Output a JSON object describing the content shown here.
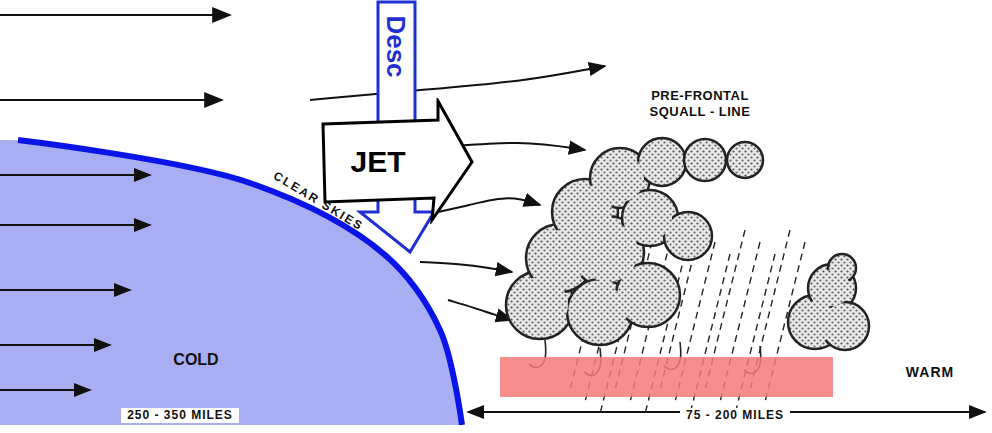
{
  "diagram": {
    "nodes": [
      {
        "text": [
          "COLD"
        ]
      },
      {
        "text": [
          "Desc"
        ]
      },
      {
        "text": [
          "JET"
        ]
      }
    ],
    "labels": [
      "PRE-FRONTAL SQUALL - LINE",
      "CLEAR SKIES",
      "WARM",
      "250 - 350 MILES",
      "75 - 200 MILES"
    ]
  }
}
